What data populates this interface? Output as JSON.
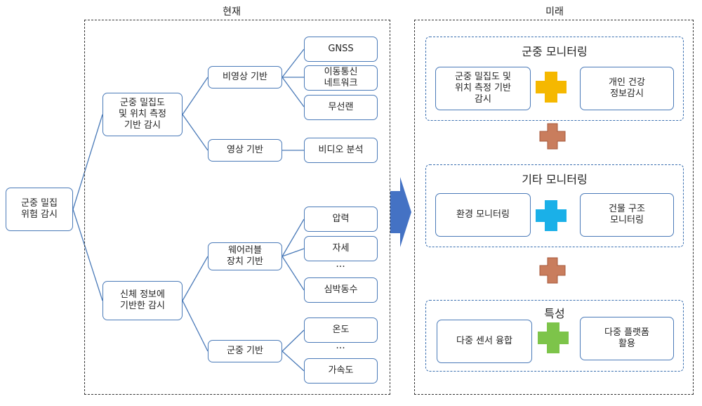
{
  "present": {
    "label": "현재",
    "root": "군중 밀집\n위험 감시",
    "branch_crowd": "군중 밀집도\n및 위치 측정\n기반 감시",
    "branch_body": "신체 정보에\n기반한 감시",
    "non_video": "비영상 기반",
    "video": "영상 기반",
    "gnss": "GNSS",
    "mobile_network": "이동통신\n네트워크",
    "wireless_lan": "무선랜",
    "video_analysis": "비디오 분석",
    "wearable": "웨어러블\n장치 기반",
    "crowd_based": "군중 기반",
    "pressure": "압력",
    "posture": "자세",
    "ellipsis": "···",
    "heart_rate": "심박동수",
    "temperature": "온도",
    "acceleration": "가속도"
  },
  "future": {
    "label": "미래",
    "group1_title": "군중 모니터링",
    "g1_left": "군중 밀집도 및\n위치 측정 기반\n감시",
    "g1_right": "개인 건강\n정보감시",
    "group2_title": "기타 모니터링",
    "g2_left": "환경 모니터링",
    "g2_right": "건물 구조\n모니터링",
    "group3_title": "특성",
    "g3_left": "다중 센서 융합",
    "g3_right": "다중 플랫폼\n활용"
  },
  "colors": {
    "node_border": "#4a7ab8",
    "connector": "#4a7ab8",
    "arrow": "#4472c4",
    "plus_gold": "#f5b800",
    "plus_bronze": "#c97d5d",
    "plus_blue": "#1ab0e8",
    "plus_green": "#7dc44a"
  }
}
